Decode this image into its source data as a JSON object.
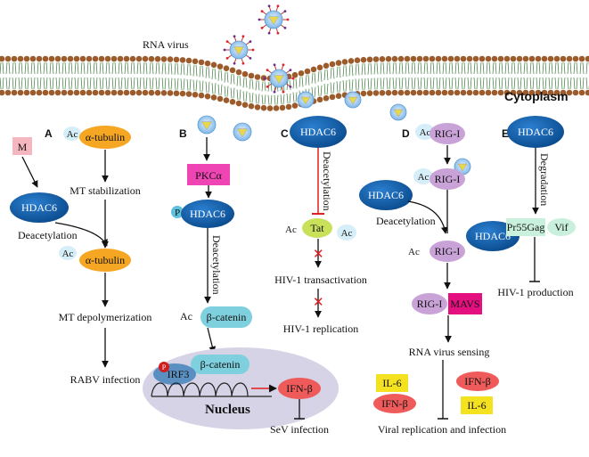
{
  "header": {
    "rna_virus": "RNA virus",
    "cytoplasm": "Cytoplasm"
  },
  "panel_a": {
    "letter": "A",
    "m_box": "M",
    "ac1": "Ac",
    "tubulin1": "α-tubulin",
    "mt_stabilization": "MT stabilization",
    "hdac6": "HDAC6",
    "deacetylation": "Deacetylation",
    "ac2": "Ac",
    "tubulin2": "α-tubulin",
    "mt_depolymerization": "MT depolymerization",
    "rabv": "RABV infection"
  },
  "panel_b": {
    "letter": "B",
    "pkc": "PKCα",
    "p": "P",
    "hdac6": "HDAC6",
    "deacetylation": "Deacetylation",
    "ac": "Ac",
    "catenin1": "β-catenin",
    "catenin2": "β-catenin",
    "p2": "P",
    "irf3": "IRF3",
    "nucleus": "Nucleus",
    "ifn": "IFN-β",
    "sev": "SeV infection"
  },
  "panel_c": {
    "letter": "C",
    "hdac6": "HDAC6",
    "deacetylation": "Deacetylation",
    "ac1": "Ac",
    "tat": "Tat",
    "ac2": "Ac",
    "transactivation": "HIV-1 transactivation",
    "replication": "HIV-1 replication"
  },
  "panel_d": {
    "letter": "D",
    "ac1": "Ac",
    "rigi1": "RIG-I",
    "ac2": "Ac",
    "rigi2": "RIG-I",
    "hdac6_left": "HDAC6",
    "deacetylation": "Deacetylation",
    "hdac6_right": "HDAC6",
    "ac3": "Ac",
    "rigi3": "RIG-I",
    "rigi4": "RIG-I",
    "mavs": "MAVS",
    "sensing": "RNA virus sensing",
    "il6_1": "IL-6",
    "ifnb_1": "IFN-β",
    "ifnb_2": "IFN-β",
    "il6_2": "IL-6",
    "viral": "Viral replication and infection"
  },
  "panel_e": {
    "letter": "E",
    "hdac6": "HDAC6",
    "degradation": "Degradation",
    "pr55": "Pr55Gag",
    "vif": "Vif",
    "production": "HIV-1 production"
  },
  "colors": {
    "hdac6": "#0e5ca8",
    "tubulin": "#f5a623",
    "pkc": "#ee44b4",
    "catenin": "#7fd0de",
    "rigi": "#c9a3d8",
    "mavs": "#e4107f",
    "tat": "#c8e05a",
    "ifn": "#ef5b5b",
    "il6": "#f4e11f",
    "membrane": "#9c5b2b",
    "nucleus": "#d6d3e6",
    "inhibit_red": "#e02020"
  }
}
